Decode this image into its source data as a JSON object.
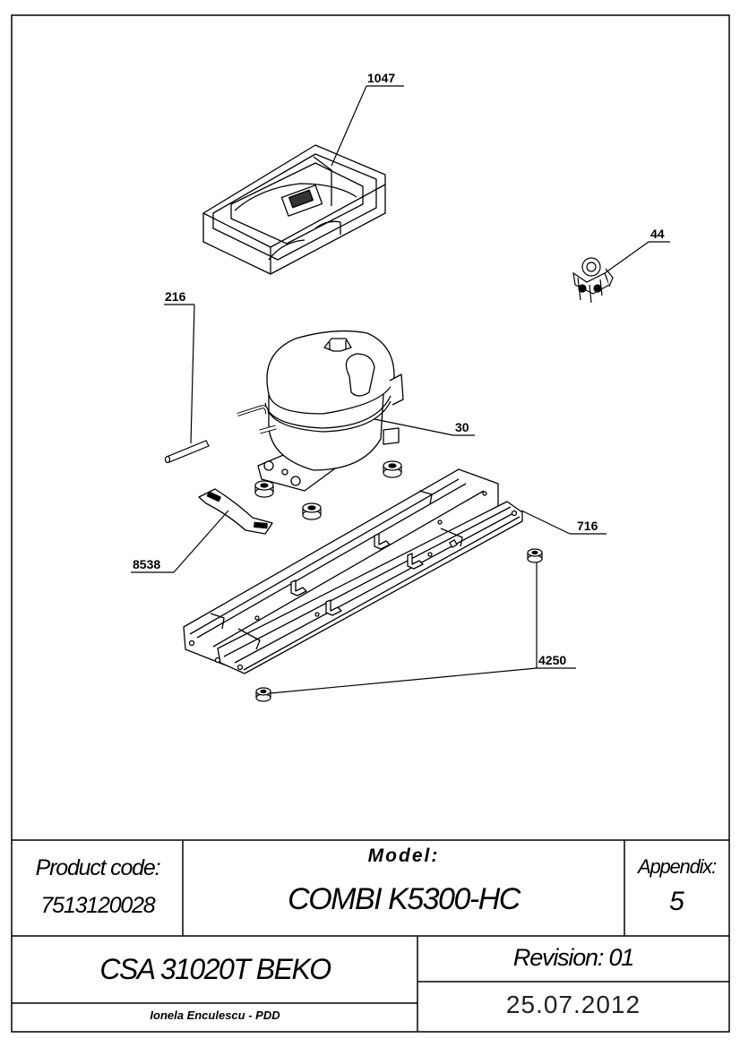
{
  "callouts": {
    "c1047": "1047",
    "c44": "44",
    "c216": "216",
    "c30": "30",
    "c716": "716",
    "c8538": "8538",
    "c4250": "4250"
  },
  "title_block": {
    "product_code_label": "Product code:",
    "product_code_value": "7513120028",
    "model_label": "Model:",
    "model_value": "COMBI K5300-HC",
    "appendix_label": "Appendix:",
    "appendix_value": "5",
    "drawing_name": "CSA 31020T BEKO",
    "revision": "Revision: 01",
    "author": "Ionela Enculescu - PDD",
    "date": "25.07.2012"
  }
}
